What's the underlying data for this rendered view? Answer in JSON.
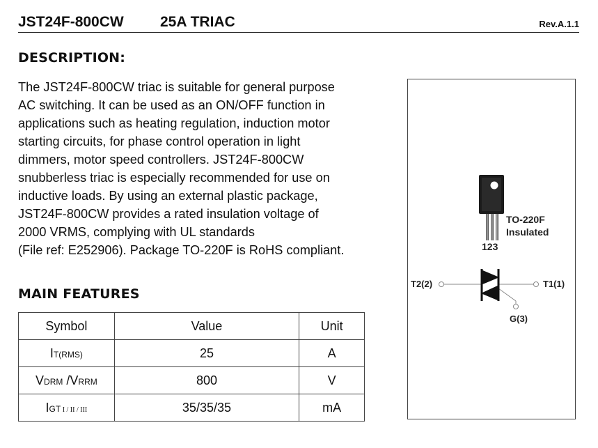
{
  "header": {
    "part_number": "JST24F-800CW",
    "product_type": "25A TRIAC",
    "revision": "Rev.A.1.1"
  },
  "description": {
    "title": "DESCRIPTION:",
    "lines": [
      "The JST24F-800CW triac is suitable for general purpose",
      "AC switching. It can be used as an ON/OFF function in",
      "applications such as heating regulation, induction motor",
      "starting circuits, for phase control operation in light",
      "dimmers, motor speed controllers. JST24F-800CW",
      "snubberless triac is especially recommended for use on",
      "inductive loads. By using an external plastic package,",
      "JST24F-800CW provides a rated insulation voltage of",
      "2000 VRMS, complying with UL standards",
      "(File ref: E252906). Package TO-220F is RoHS compliant."
    ]
  },
  "features": {
    "title": "MAIN FEATURES",
    "headers": {
      "symbol": "Symbol",
      "value": "Value",
      "unit": "Unit"
    },
    "rows": [
      {
        "symbol_main": "I",
        "symbol_sub": "T(RMS)",
        "value": "25",
        "unit": "A"
      },
      {
        "symbol_main_1": "V",
        "symbol_sub_1": "DRM",
        "separator": " /",
        "symbol_main_2": "V",
        "symbol_sub_2": "RRM",
        "value": "800",
        "unit": "V"
      },
      {
        "symbol_main": "I",
        "symbol_sub": "GT",
        "roman": " I / II / III",
        "value": "35/35/35",
        "unit": "mA"
      }
    ]
  },
  "package": {
    "name": "TO-220F",
    "note": "Insulated",
    "pin_numbers": "123",
    "terminal_t2": "T2(2)",
    "terminal_t1": "T1(1)",
    "terminal_g": "G(3)"
  }
}
